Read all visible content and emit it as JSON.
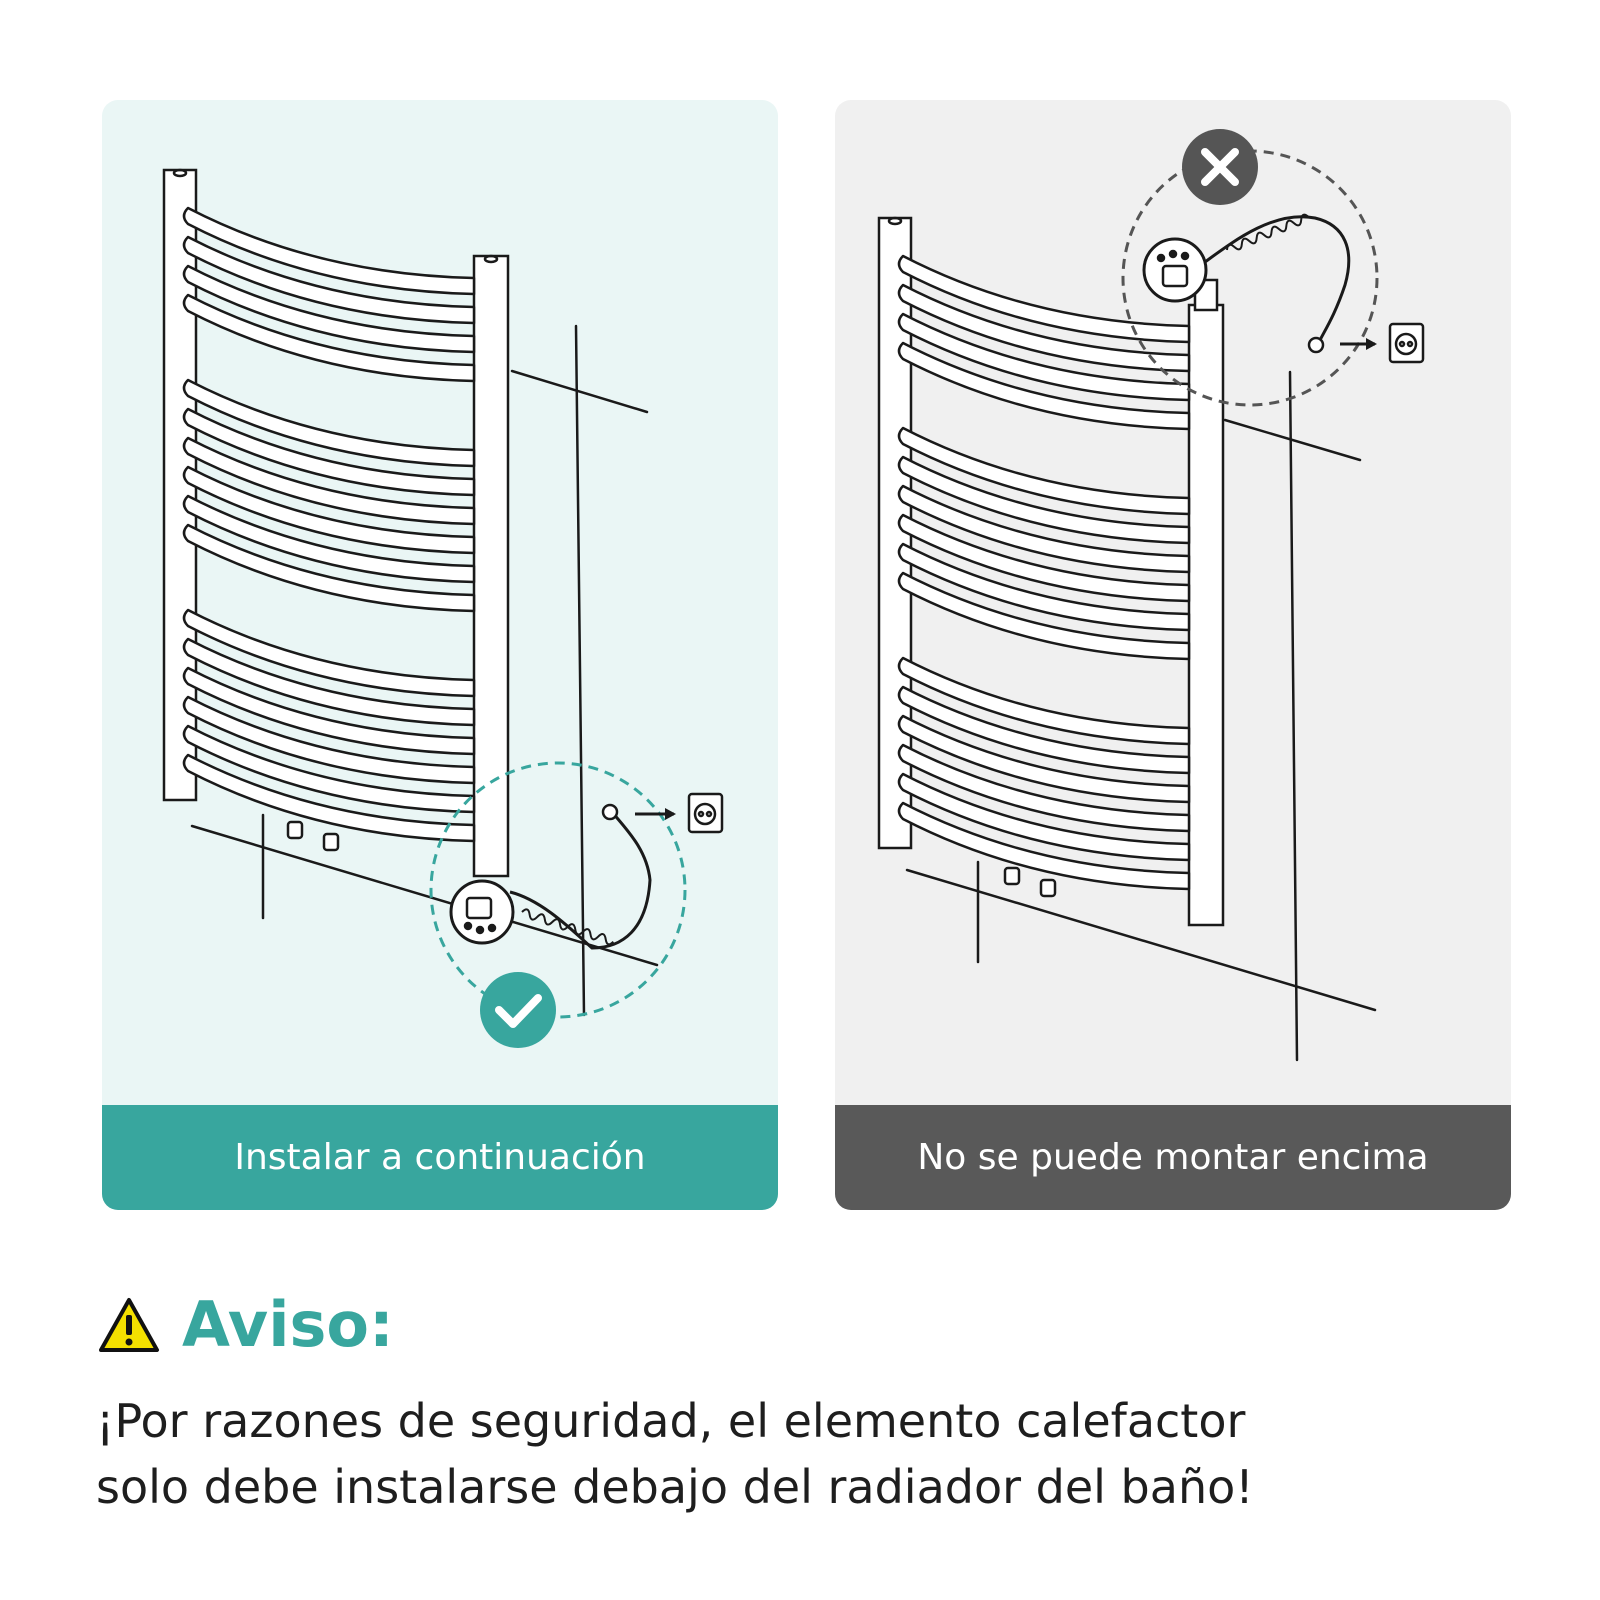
{
  "panels": {
    "good": {
      "caption": "Instalar a continuación",
      "status": "correct",
      "accent": "#38a69e"
    },
    "bad": {
      "caption": "No se puede montar encima",
      "status": "incorrect",
      "accent": "#595959"
    }
  },
  "warning": {
    "icon": "warning-triangle-icon",
    "title": "Aviso:",
    "lines": [
      "¡Por razones de seguridad, el elemento calefactor",
      "solo debe instalarse debajo del radiador del baño!"
    ],
    "title_color": "#38a69e"
  }
}
